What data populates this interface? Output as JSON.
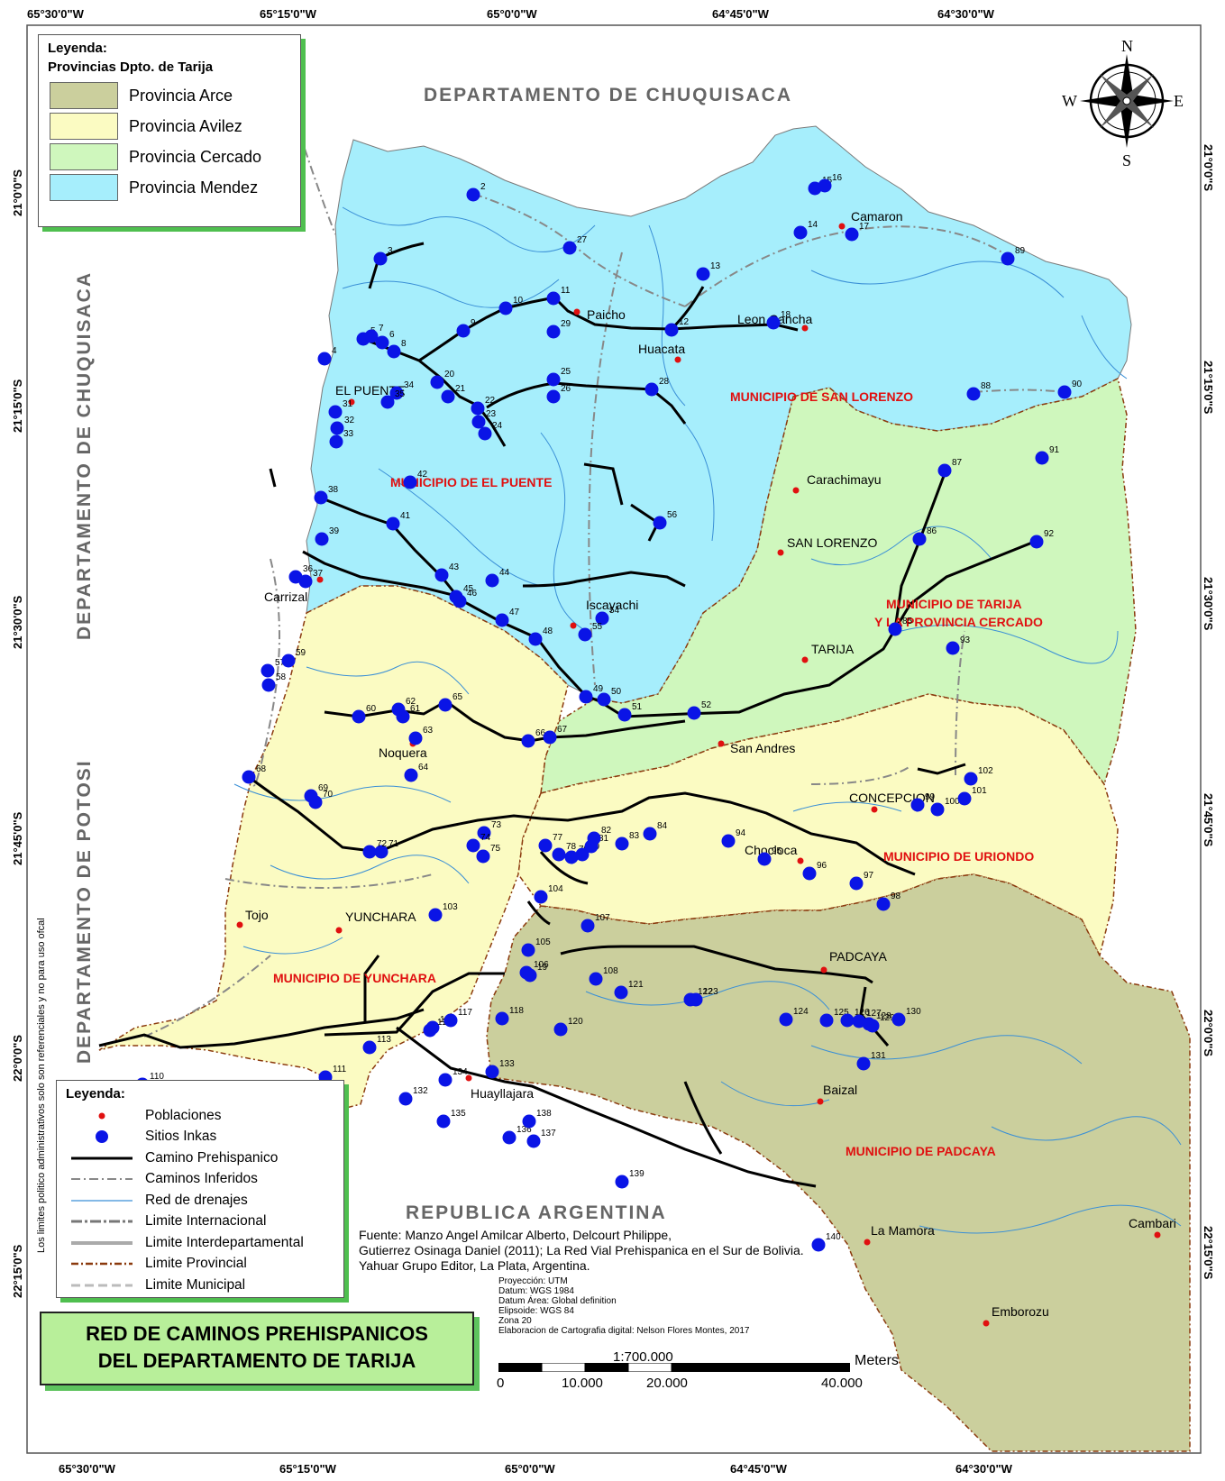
{
  "coordinates": {
    "top": [
      "65°30'0\"W",
      "65°15'0\"W",
      "65°0'0\"W",
      "64°45'0\"W",
      "64°30'0\"W"
    ],
    "bottom": [
      "65°30'0\"W",
      "65°15'0\"W",
      "65°0'0\"W",
      "64°45'0\"W",
      "64°30'0\"W"
    ],
    "left": [
      "21°0'0\"S",
      "21°15'0\"S",
      "21°30'0\"S",
      "21°45'0\"S",
      "22°0'0\"S",
      "22°15'0\"S"
    ],
    "right": [
      "21°0'0\"S",
      "21°15'0\"S",
      "21°30'0\"S",
      "21°45'0\"S",
      "22°0'0\"S",
      "22°15'0\"S"
    ]
  },
  "regions": {
    "north": "DEPARTAMENTO DE CHUQUISACA",
    "west_upper": "DEPARTAMENTO DE CHUQUISACA",
    "west_lower": "DEPARTAMENTO DE POTOSI",
    "south": "REPUBLICA ARGENTINA"
  },
  "compass": {
    "n": "N",
    "s": "S",
    "e": "E",
    "w": "W"
  },
  "colors": {
    "arce": "#cbcf9d",
    "avilez": "#fbfbc2",
    "cercado": "#cff7bd",
    "mendez": "#a6eefc",
    "outside": "#ffffff",
    "sites": "#0a14e6",
    "poblaciones": "#e01010",
    "municipio_text": "#e01010",
    "drainage": "#3a8fd6",
    "road": "#000000",
    "inferred": "#888888",
    "provincial_border": "#8b3a0e",
    "title_bg": "#b8ef9a"
  },
  "province_legend": {
    "title": "Leyenda:",
    "subtitle": "Provincias Dpto. de Tarija",
    "items": [
      {
        "label": "Provincia Arce",
        "color": "#cbcf9d"
      },
      {
        "label": "Provincia Avilez",
        "color": "#fbfbc2"
      },
      {
        "label": "Provincia Cercado",
        "color": "#cff7bd"
      },
      {
        "label": "Provincia Mendez",
        "color": "#a6eefc"
      }
    ]
  },
  "symbol_legend": {
    "title": "Leyenda:",
    "items": [
      {
        "label": "Poblaciones",
        "kind": "red-dot"
      },
      {
        "label": "Sitios Inkas",
        "kind": "blue-dot"
      },
      {
        "label": "Camino Prehispanico",
        "kind": "black-line"
      },
      {
        "label": "Caminos Inferidos",
        "kind": "dash-dot"
      },
      {
        "label": "Red de drenajes",
        "kind": "blue-line"
      },
      {
        "label": "Limite Internacional",
        "kind": "gray-dash-dot"
      },
      {
        "label": "Limite Interdepartamental",
        "kind": "gray-thick"
      },
      {
        "label": "Limite Provincial",
        "kind": "brown-dash-dot"
      },
      {
        "label": "Limite Municipal",
        "kind": "light-dash"
      }
    ]
  },
  "municipios": [
    "MUNICIPIO DE SAN LORENZO",
    "MUNICIPIO DE EL PUENTE",
    "MUNICIPIO DE TARIJA",
    "Y LA PROVINCIA CERCADO",
    "MUNICIPIO DE URIONDO",
    "MUNICIPIO DE YUNCHARA",
    "MUNICIPIO DE PADCAYA"
  ],
  "poblaciones": [
    "Camaron",
    "Paicho",
    "Huacata",
    "Leon Cancha",
    "EL PUENTE",
    "Carachimayu",
    "SAN LORENZO",
    "Carrizal",
    "Iscayachi",
    "TARIJA",
    "Noquera",
    "San Andres",
    "CONCEPCION",
    "Chocloca",
    "YUNCHARA",
    "Tojo",
    "PADCAYA",
    "Huayllajara",
    "Baizal",
    "La Mamora",
    "Cambari",
    "Emborozu"
  ],
  "sites": [
    "2",
    "3",
    "4",
    "5",
    "6",
    "7",
    "8",
    "9",
    "10",
    "11",
    "12",
    "13",
    "14",
    "15",
    "16",
    "17",
    "18",
    "19",
    "20",
    "21",
    "22",
    "23",
    "24",
    "25",
    "26",
    "27",
    "28",
    "29",
    "31",
    "32",
    "33",
    "34",
    "35",
    "36",
    "37",
    "38",
    "39",
    "41",
    "42",
    "43",
    "44",
    "45",
    "46",
    "47",
    "48",
    "49",
    "50",
    "51",
    "52",
    "54",
    "55",
    "56",
    "57",
    "58",
    "59",
    "60",
    "61",
    "62",
    "63",
    "64",
    "65",
    "66",
    "67",
    "68",
    "69",
    "70",
    "71",
    "72",
    "73",
    "74",
    "75",
    "77",
    "78",
    "79",
    "80",
    "81",
    "82",
    "83",
    "84",
    "85",
    "86",
    "87",
    "88",
    "89",
    "90",
    "91",
    "92",
    "93",
    "94",
    "95",
    "96",
    "97",
    "98",
    "99",
    "100",
    "101",
    "102",
    "103",
    "104",
    "105",
    "106",
    "107",
    "108",
    "109",
    "110",
    "111",
    "113",
    "115",
    "116",
    "117",
    "118",
    "120",
    "121",
    "122",
    "123",
    "124",
    "125",
    "126",
    "127",
    "128",
    "129",
    "130",
    "131",
    "132",
    "133",
    "134",
    "135",
    "136",
    "137",
    "138",
    "139",
    "140"
  ],
  "credits": {
    "source_lines": [
      "Fuente: Manzo Angel Amilcar Alberto, Delcourt Philippe,",
      "Gutierrez Osinaga Daniel (2011); La Red Vial Prehispanica en el Sur de Bolivia.",
      "Yahuar Grupo Editor, La Plata, Argentina."
    ],
    "meta_lines": [
      "Proyección: UTM",
      "Datum: WGS 1984",
      "Datum Área: Global definition",
      "Elipsoide: WGS 84",
      "Zona 20",
      "Elaboracion de Cartografia digital: Nelson Flores Montes, 2017"
    ]
  },
  "scale": {
    "ratio": "1:700.000",
    "ticks": [
      "0",
      "10.000",
      "20.000",
      "40.000"
    ],
    "units": "Meters"
  },
  "title": {
    "line1": "RED DE CAMINOS PREHISPANICOS",
    "line2": "DEL DEPARTAMENTO DE TARIJA"
  },
  "side_note": "Los limites politico administrativos solo son referenciales y no para uso ofcal"
}
